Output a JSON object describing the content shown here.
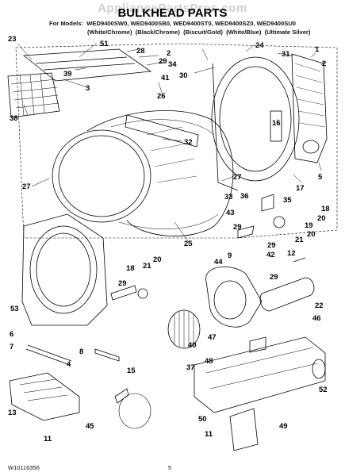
{
  "header": {
    "watermark": "AppliancePartsPros.com",
    "title": "BULKHEAD PARTS",
    "models_line": "For Models:  WED9400SW0, WED9400SB0, WED9400ST0, WED9400SZ0, WED9400SU0",
    "variants_line": "(White/Chrome)  (Black/Chrome)  (Biscuit/Gold)  (White/Blue)  (Ultimate Silver)"
  },
  "footer": {
    "doc_code": "W10116356",
    "page": "5"
  },
  "callouts": {
    "c1": "1",
    "c2a": "2",
    "c2b": "2",
    "c3": "3",
    "c4": "4",
    "c5": "5",
    "c6": "6",
    "c7": "7",
    "c8": "8",
    "c9": "9",
    "c11": "11",
    "c12": "12",
    "c13": "13",
    "c15": "15",
    "c16": "16",
    "c17": "17",
    "c18a": "18",
    "c18b": "18",
    "c19": "19",
    "c20a": "20",
    "c20b": "20",
    "c21a": "21",
    "c21b": "21",
    "c22": "22",
    "c23": "23",
    "c24": "24",
    "c25": "25",
    "c26": "26",
    "c27a": "27",
    "c27b": "27",
    "c28": "28",
    "c29a": "29",
    "c29b": "29",
    "c29c": "29",
    "c29d": "29",
    "c29e": "29",
    "c30": "30",
    "c31": "31",
    "c32": "32",
    "c33": "33",
    "c34": "34",
    "c35": "35",
    "c36": "36",
    "c37": "37",
    "c38": "38",
    "c39": "39",
    "c40": "40",
    "c41": "41",
    "c42": "42",
    "c43": "43",
    "c44": "44",
    "c45": "45",
    "c46": "46",
    "c47": "47",
    "c48": "48",
    "c49": "49",
    "c50": "50",
    "c51": "51",
    "c52": "52",
    "c53": "53"
  }
}
